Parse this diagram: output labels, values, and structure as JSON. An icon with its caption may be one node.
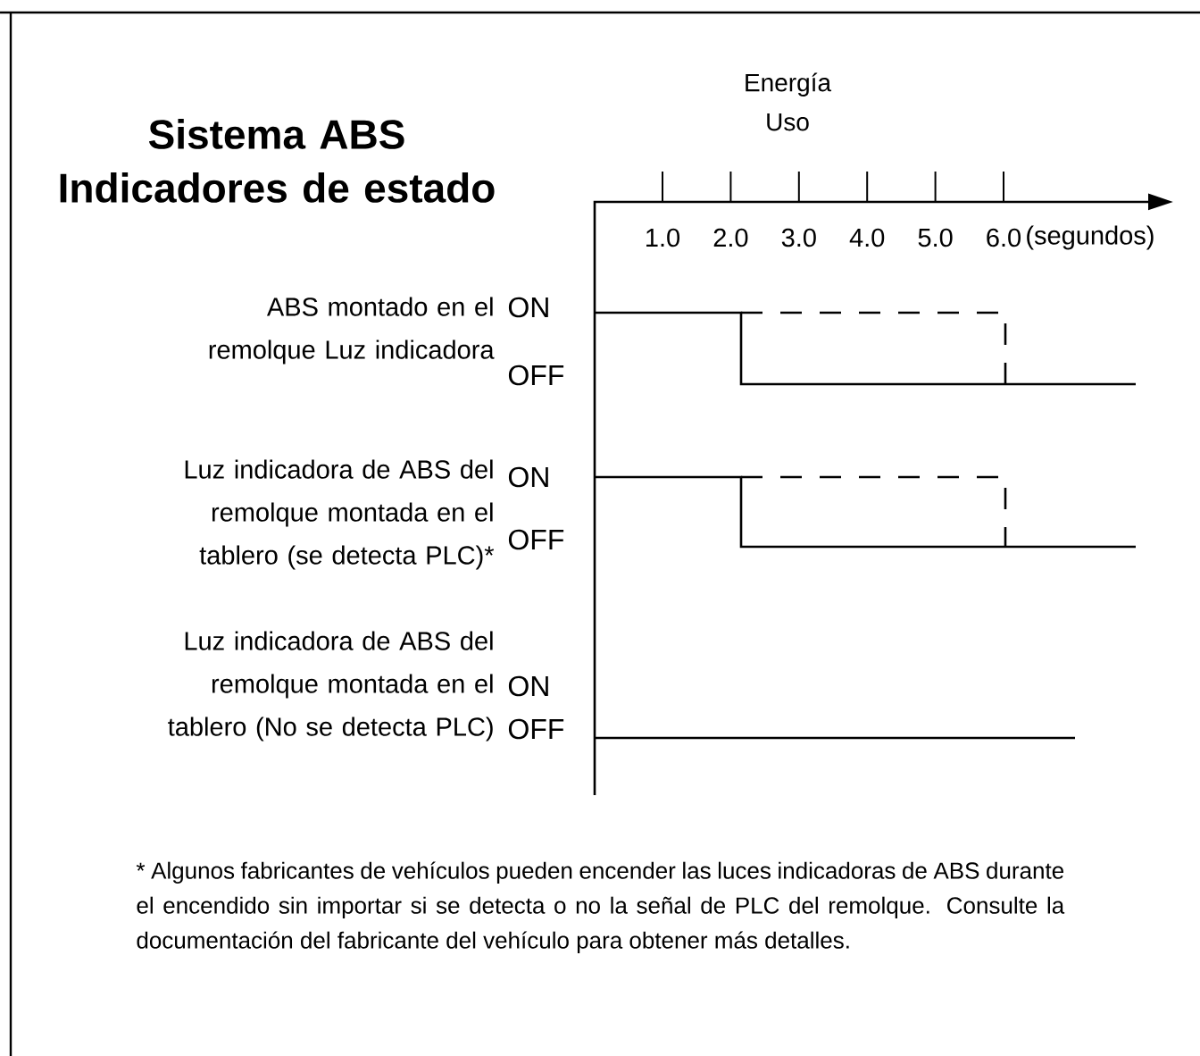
{
  "diagram": {
    "title": "Sistema ABS Indicadores de estado",
    "labels": [
      "Energía Uso",
      "1.0",
      "2.0",
      "3.0",
      "4.0",
      "5.0",
      "6.0",
      "(segundos)",
      "ABS montado en el remolque Luz indicadora",
      "ON",
      "OFF",
      "Luz indicadora de ABS del remolque montada en el tablero (se detecta PLC)*",
      "ON",
      "OFF",
      "Luz indicadora de ABS del remolque montada en el tablero (No se detecta PLC)",
      "ON",
      "OFF",
      "* Algunos fabricantes de vehículos pueden encender las luces indicadoras de ABS durante el encendido sin importar si se detecta o no la señal de PLC del remolque. Consulte la documentación del fabricante del vehículo para obtener más detalles."
    ]
  }
}
